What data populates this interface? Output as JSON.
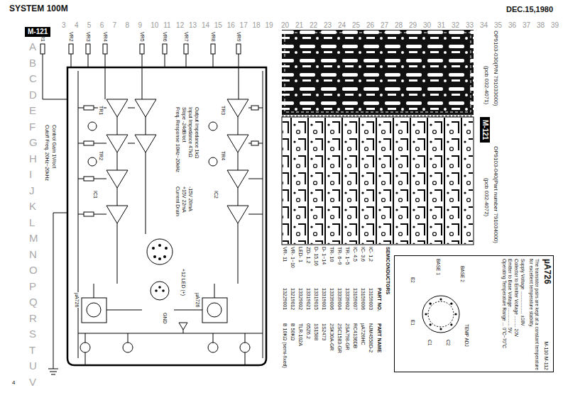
{
  "diagram": {
    "title": "SYSTEM 100M",
    "nodes": [
      {
        "text": [
          "M-121"
        ]
      },
      {
        "text": [
          "M-121"
        ]
      },
      {
        "text": [
          "µA726",
          "M-110 M-112",
          "The transistor pairs are kept at a constant temperature for excellent temperature stability.",
          "Supply Voltage .................. ±18V",
          "Collector to Emitter Voltage ......... 20V",
          "Emitter to Base Voltage .............. 5V",
          "Operating Temperature Range ... 0°C~70°C",
          "BASE 2",
          "E2",
          "C2",
          "C1",
          "E1",
          "BASE 1",
          "TEMP ADJ"
        ]
      }
    ],
    "edges": [],
    "labels": [
      "DEC.15,1980",
      "3",
      "4",
      "5",
      "6",
      "7",
      "8",
      "9",
      "10",
      "11",
      "12",
      "13",
      "14",
      "15",
      "16",
      "17",
      "18",
      "19",
      "20",
      "21",
      "22",
      "23",
      "24",
      "25",
      "26",
      "27",
      "28",
      "29",
      "30",
      "31",
      "32",
      "33",
      "34",
      "35",
      "36",
      "37",
      "38",
      "39",
      "A",
      "B",
      "C",
      "D",
      "E",
      "F",
      "G",
      "H",
      "I",
      "J",
      "K",
      "L",
      "M",
      "N",
      "O",
      "P",
      "Q",
      "R",
      "S",
      "T",
      "U",
      "V",
      "4",
      "OP9103-030(P/N 791033000)",
      "(pcb 032-4071)",
      "OP9103-040(Part number 791034000)",
      "(pcb 032-4072)",
      "VR1",
      "VR2",
      "VR3",
      "VR4",
      "VR5",
      "VR6",
      "VR7",
      "VR8",
      "VR9",
      "Cutoff Freq. 20Hz~20kHz",
      "Control Gain 1V/oct",
      "Freq. Response 10Hz~20kHz",
      "Slope -24dB/oct",
      "Input Impedance 47kΩ",
      "Output Impedance 1kΩ",
      "Current Drain",
      "+15V 22mA",
      "-15V 20mA",
      "TR1",
      "TR2",
      "TR3",
      "TR4",
      "IC1",
      "IC2",
      "µA726",
      "µA726",
      "+12 LED (+)",
      "GND",
      "SEMICONDUCTORS",
      "PART NO.",
      "PART NAME",
      "IC- 1,2",
      "13159003",
      "NJM4558D-2",
      "IC- 3,6",
      "13159006",
      "µA726HC",
      "IC- 4,5",
      "13159007",
      "RC4136DB",
      "TR- 1~5",
      "13339002",
      "2SA798-GR",
      "TR- 6~9",
      "13339004",
      "2SC1583-GR",
      "TR- 10",
      "13339006",
      "2SK30A-GR",
      "D- 1~14",
      "13319001",
      "1S2473",
      "D- 15,16",
      "13319015",
      "1S1588",
      "ZD- 1,2",
      "13319021",
      "05Z6.2",
      "LED- 1",
      "13329002",
      "TLR-102A",
      "VR- 1~10",
      "13219012",
      "B 50KΩ",
      "VR- 11",
      "13229001",
      "B 10KΩ (semi-fixed)"
    ]
  }
}
